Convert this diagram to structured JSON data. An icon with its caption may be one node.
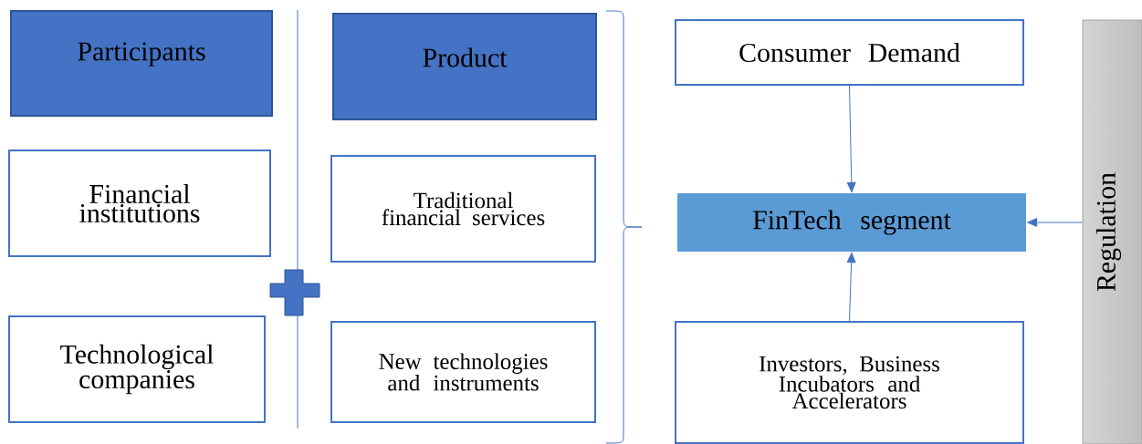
{
  "diagram": {
    "nodes": [
      {
        "text": [
          "Participants"
        ]
      },
      {
        "text": [
          "Financial institutions"
        ]
      },
      {
        "text": [
          "Technological companies"
        ]
      },
      {
        "text": [
          "Product"
        ]
      },
      {
        "text": [
          "Traditional financial services"
        ]
      },
      {
        "text": [
          "New technologies and instruments"
        ]
      },
      {
        "text": [
          "Consumer Demand"
        ]
      },
      {
        "text": [
          "FinTech segment"
        ]
      },
      {
        "text": [
          "Investors, Business Incubators and Accelerators"
        ]
      },
      {
        "text": [
          "Regulation"
        ]
      }
    ],
    "edges": [
      {
        "from": 6,
        "to": 7,
        "arrow": "to"
      },
      {
        "from": 8,
        "to": 7,
        "arrow": "to"
      },
      {
        "from": 9,
        "to": 7,
        "arrow": "to"
      }
    ]
  }
}
